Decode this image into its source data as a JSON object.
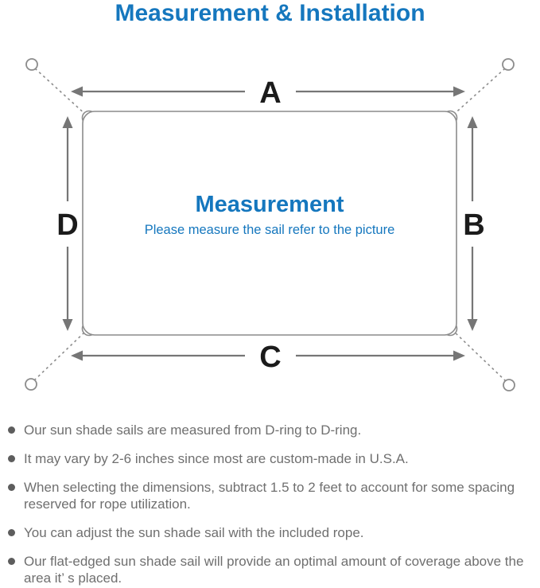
{
  "title": "Measurement & Installation",
  "diagram": {
    "label_top": "A",
    "label_right": "B",
    "label_bottom": "C",
    "label_left": "D",
    "center_heading": "Measurement",
    "center_subtitle": "Please measure the sail refer to the picture"
  },
  "colors": {
    "accent_blue": "#1577be",
    "line_gray": "#8c8c8c",
    "arrow_gray": "#767676",
    "dim_label_color": "#1b1b1b",
    "note_text_gray": "#6f6f6f"
  },
  "notes": {
    "items": [
      "Our sun shade sails are measured from D-ring to D-ring.",
      "It may vary by 2-6 inches since most are custom-made in U.S.A.",
      "When selecting the dimensions, subtract 1.5 to 2 feet to account for some spacing reserved for rope utilization.",
      "You can adjust the sun shade sail with the included rope.",
      "Our flat-edged sun shade sail will provide an optimal amount of coverage above the area it’ s placed."
    ]
  }
}
